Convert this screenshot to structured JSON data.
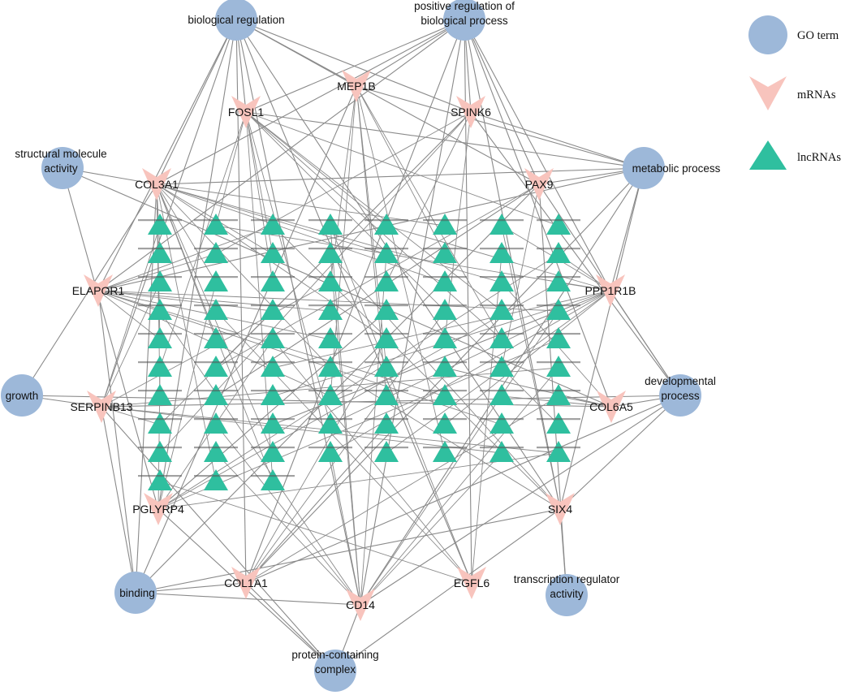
{
  "colors": {
    "go_term": "#9db8d9",
    "mrna": "#f8c4bd",
    "lncrna": "#2fbf9f",
    "edge": "#8a8a8a"
  },
  "legend": [
    {
      "shape": "circle",
      "label": "GO term"
    },
    {
      "shape": "v",
      "label": "mRNAs"
    },
    {
      "shape": "triangle",
      "label": "lncRNAs"
    }
  ],
  "go_terms": [
    {
      "id": "g_bio",
      "label": [
        "biological regulation"
      ]
    },
    {
      "id": "g_pos",
      "label": [
        "positive regulation of",
        "biological process"
      ]
    },
    {
      "id": "g_struct",
      "label": [
        "structural molecule",
        "activity"
      ]
    },
    {
      "id": "g_meta",
      "label": [
        "metabolic process"
      ]
    },
    {
      "id": "g_growth",
      "label": [
        "growth"
      ]
    },
    {
      "id": "g_dev",
      "label": [
        "developmental",
        "process"
      ]
    },
    {
      "id": "g_bind",
      "label": [
        "binding"
      ]
    },
    {
      "id": "g_trans",
      "label": [
        "transcription regulator",
        "activity"
      ]
    },
    {
      "id": "g_prot",
      "label": [
        "protein-containing",
        "complex"
      ]
    }
  ],
  "mrnas": [
    {
      "id": "m_mep1b",
      "label": "MEP1B"
    },
    {
      "id": "m_fosl1",
      "label": "FOSL1"
    },
    {
      "id": "m_spink6",
      "label": "SPINK6"
    },
    {
      "id": "m_col3a1",
      "label": "COL3A1"
    },
    {
      "id": "m_pax9",
      "label": "PAX9"
    },
    {
      "id": "m_elapor1",
      "label": "ELAPOR1"
    },
    {
      "id": "m_ppp1r1b",
      "label": "PPP1R1B"
    },
    {
      "id": "m_serpinb13",
      "label": "SERPINB13"
    },
    {
      "id": "m_col6a5",
      "label": "COL6A5"
    },
    {
      "id": "m_pglyrp4",
      "label": "PGLYRP4"
    },
    {
      "id": "m_six4",
      "label": "SIX4"
    },
    {
      "id": "m_col1a1",
      "label": "COL1A1"
    },
    {
      "id": "m_cd14",
      "label": "CD14"
    },
    {
      "id": "m_egfl6",
      "label": "EGFL6"
    }
  ],
  "lncrna_grid": {
    "columns": 8,
    "rows_per_column": [
      10,
      10,
      10,
      9,
      9,
      9,
      9,
      9
    ]
  },
  "edges": [
    [
      "g_bio",
      "m_fosl1"
    ],
    [
      "g_bio",
      "m_col3a1"
    ],
    [
      "g_bio",
      "m_elapor1"
    ],
    [
      "g_bio",
      "m_serpinb13"
    ],
    [
      "g_bio",
      "m_pglyrp4"
    ],
    [
      "g_bio",
      "m_col1a1"
    ],
    [
      "g_bio",
      "m_cd14"
    ],
    [
      "g_bio",
      "m_egfl6"
    ],
    [
      "g_bio",
      "m_six4"
    ],
    [
      "g_bio",
      "m_pax9"
    ],
    [
      "g_bio",
      "m_mep1b"
    ],
    [
      "g_bio",
      "m_spink6"
    ],
    [
      "g_pos",
      "m_mep1b"
    ],
    [
      "g_pos",
      "m_fosl1"
    ],
    [
      "g_pos",
      "m_spink6"
    ],
    [
      "g_pos",
      "m_pax9"
    ],
    [
      "g_pos",
      "m_ppp1r1b"
    ],
    [
      "g_pos",
      "m_col6a5"
    ],
    [
      "g_pos",
      "m_six4"
    ],
    [
      "g_pos",
      "m_col3a1"
    ],
    [
      "g_pos",
      "m_cd14"
    ],
    [
      "g_pos",
      "m_col1a1"
    ],
    [
      "g_pos",
      "m_egfl6"
    ],
    [
      "g_pos",
      "m_elapor1"
    ],
    [
      "g_struct",
      "m_col3a1"
    ],
    [
      "g_struct",
      "m_pglyrp4"
    ],
    [
      "g_struct",
      "m_col6a5"
    ],
    [
      "g_meta",
      "m_pax9"
    ],
    [
      "g_meta",
      "m_ppp1r1b"
    ],
    [
      "g_meta",
      "m_six4"
    ],
    [
      "g_meta",
      "m_fosl1"
    ],
    [
      "g_meta",
      "m_spink6"
    ],
    [
      "g_meta",
      "m_col3a1"
    ],
    [
      "g_meta",
      "m_cd14"
    ],
    [
      "g_meta",
      "m_col1a1"
    ],
    [
      "g_meta",
      "m_elapor1"
    ],
    [
      "g_meta",
      "m_mep1b"
    ],
    [
      "g_growth",
      "m_serpinb13"
    ],
    [
      "g_growth",
      "m_col3a1"
    ],
    [
      "g_growth",
      "m_col6a5"
    ],
    [
      "g_dev",
      "m_col6a5"
    ],
    [
      "g_dev",
      "m_six4"
    ],
    [
      "g_dev",
      "m_ppp1r1b"
    ],
    [
      "g_dev",
      "m_pax9"
    ],
    [
      "g_dev",
      "m_col1a1"
    ],
    [
      "g_dev",
      "m_cd14"
    ],
    [
      "g_dev",
      "m_serpinb13"
    ],
    [
      "g_dev",
      "m_spink6"
    ],
    [
      "g_bind",
      "m_col1a1"
    ],
    [
      "g_bind",
      "m_cd14"
    ],
    [
      "g_bind",
      "m_serpinb13"
    ],
    [
      "g_bind",
      "m_elapor1"
    ],
    [
      "g_bind",
      "m_col3a1"
    ],
    [
      "g_bind",
      "m_six4"
    ],
    [
      "g_bind",
      "m_pax9"
    ],
    [
      "g_bind",
      "m_mep1b"
    ],
    [
      "g_trans",
      "m_six4"
    ],
    [
      "g_trans",
      "m_pax9"
    ],
    [
      "g_prot",
      "m_col1a1"
    ],
    [
      "g_prot",
      "m_cd14"
    ],
    [
      "g_prot",
      "m_pglyrp4"
    ],
    [
      "g_prot",
      "m_serpinb13"
    ],
    [
      "g_prot",
      "m_six4"
    ]
  ]
}
